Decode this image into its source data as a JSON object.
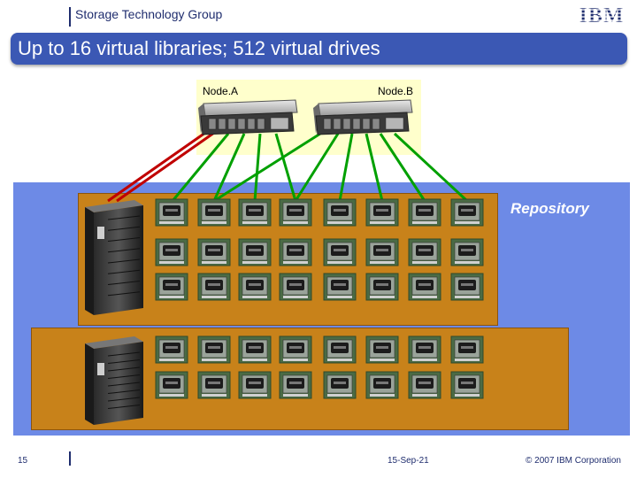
{
  "header": {
    "group": "Storage Technology Group",
    "logo_text": "IBM"
  },
  "title": "Up to 16 virtual libraries; 512 virtual drives",
  "nodes": [
    {
      "label": "Node.A"
    },
    {
      "label": "Node.B"
    }
  ],
  "repository": {
    "label": "Repository"
  },
  "libraries": [
    {
      "drive_rows": 3,
      "drives_per_row": 8
    },
    {
      "drive_rows": 2,
      "drives_per_row": 8
    }
  ],
  "link_colors": {
    "red": "#c00000",
    "green": "#00a000"
  },
  "footer": {
    "page": "15",
    "date": "15-Sep-21",
    "copyright": "© 2007 IBM Corporation"
  }
}
